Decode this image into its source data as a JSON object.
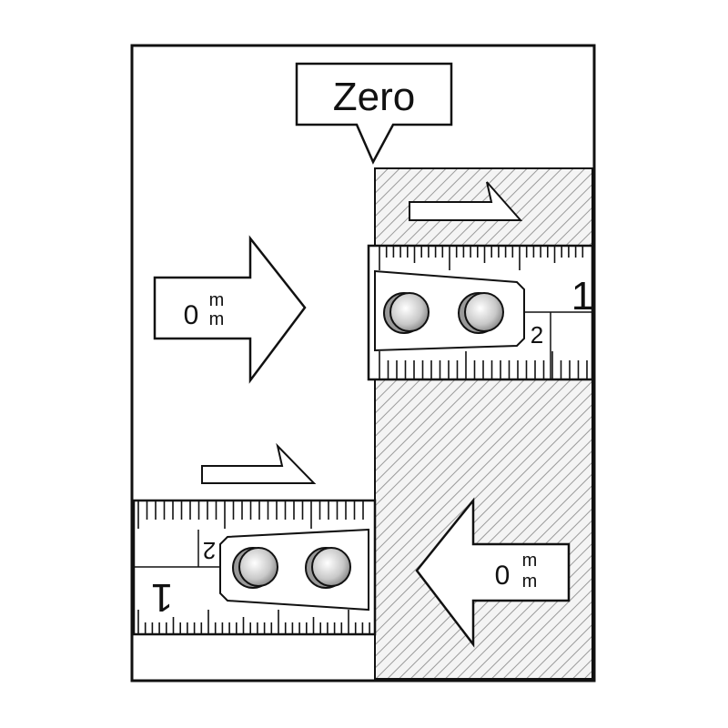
{
  "callout": {
    "label": "Zero"
  },
  "arrow_left_panel": {
    "value": "0",
    "unit_top": "m",
    "unit_bottom": "m"
  },
  "arrow_right_panel": {
    "value": "0",
    "unit_top": "m",
    "unit_bottom": "m"
  },
  "top_tape": {
    "major_label": "1",
    "minor_label": "2"
  },
  "bottom_tape": {
    "major_label": "1",
    "minor_label": "2"
  },
  "colors": {
    "line": "#111111",
    "hatch": "#999999",
    "background": "#ffffff"
  }
}
